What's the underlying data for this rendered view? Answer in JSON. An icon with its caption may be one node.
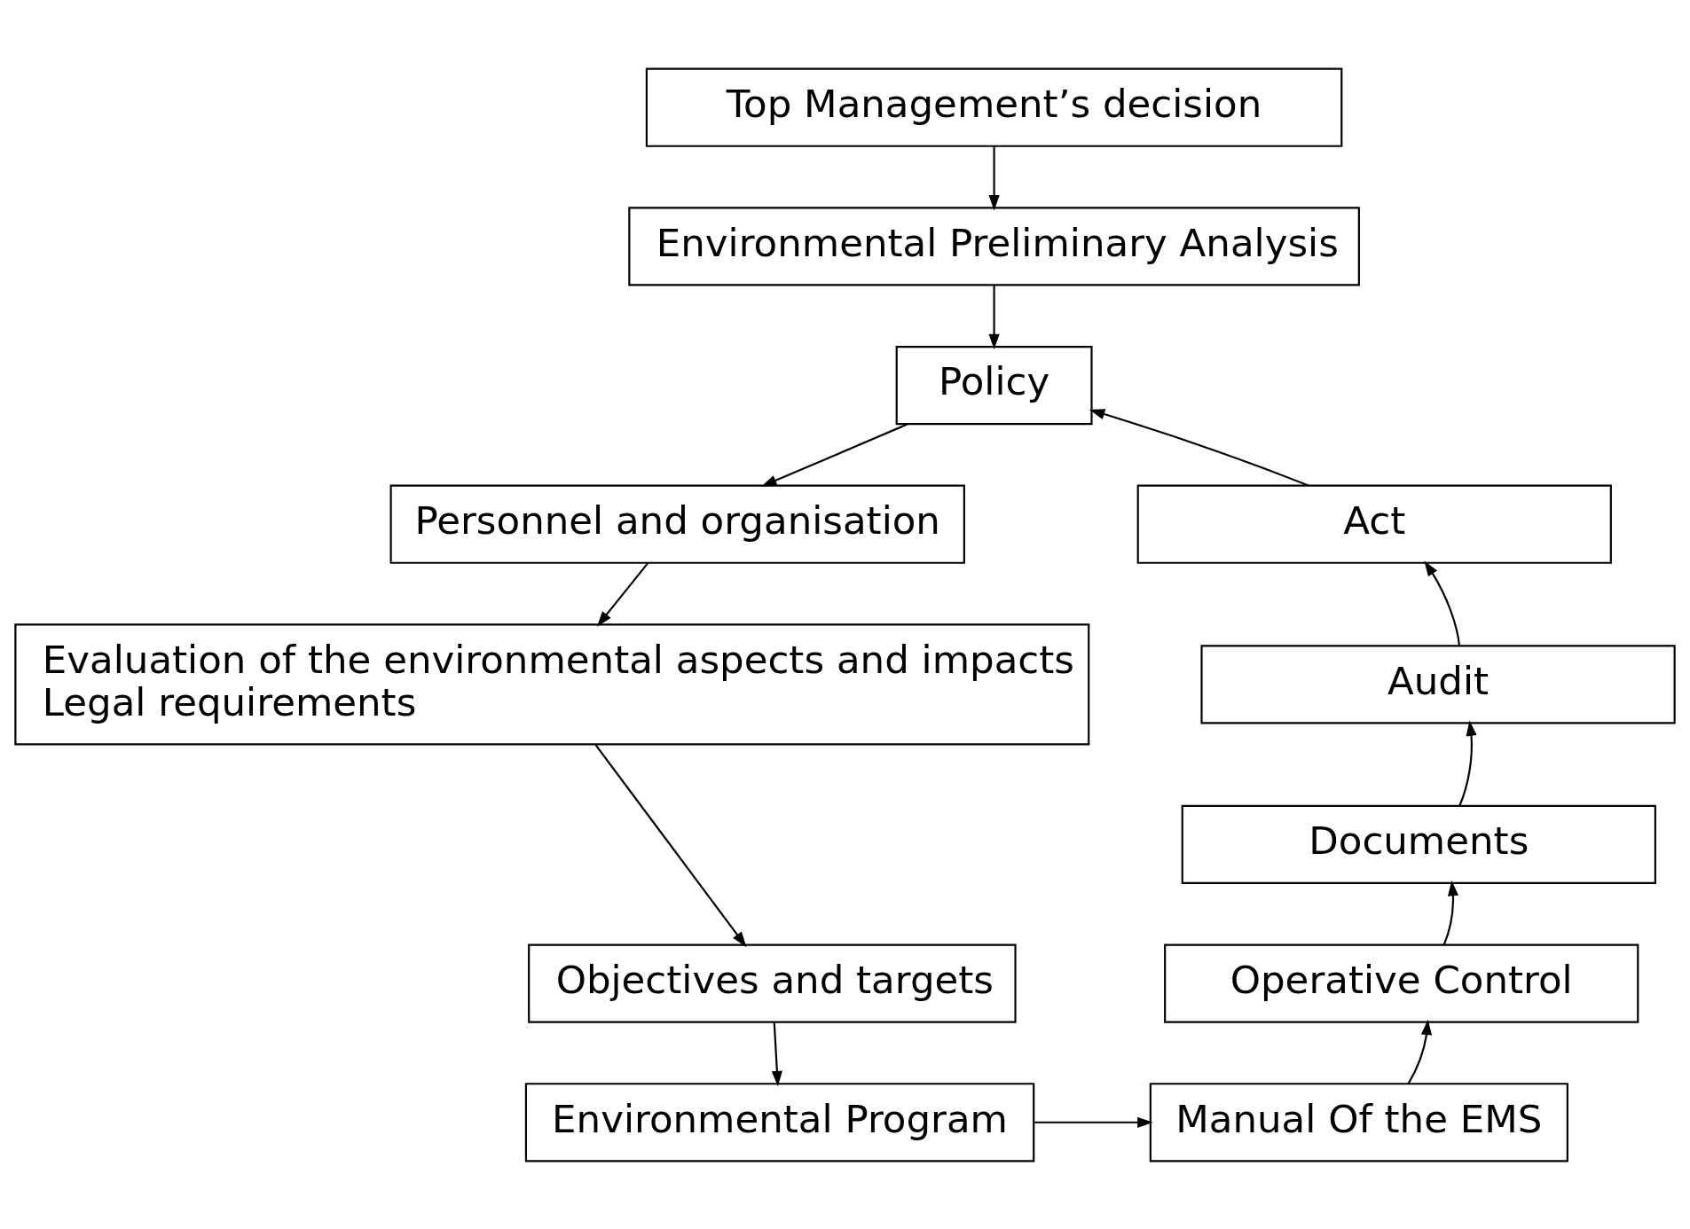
{
  "diagram": {
    "nodes": [
      {
        "text": [
          "Top Management’s decision"
        ]
      },
      {
        "text": [
          "Environmental Preliminary Analysis"
        ]
      },
      {
        "text": [
          "Policy"
        ]
      },
      {
        "text": [
          "Act"
        ]
      },
      {
        "text": [
          "Personnel and organisation"
        ]
      },
      {
        "text": [
          "Audit"
        ]
      },
      {
        "text": [
          "Evaluation of the environmental aspects and impacts",
          "Legal requirements"
        ]
      },
      {
        "text": [
          "Documents"
        ]
      },
      {
        "text": [
          "Operative Control"
        ]
      },
      {
        "text": [
          "Objectives and targets"
        ]
      },
      {
        "text": [
          "Manual Of the EMS"
        ]
      },
      {
        "text": [
          "Environmental Program"
        ]
      }
    ],
    "edges": [
      {
        "from": 0,
        "to": 1,
        "arrow": "to"
      },
      {
        "from": 1,
        "to": 2,
        "arrow": "to"
      },
      {
        "from": 2,
        "to": 4,
        "arrow": "to"
      },
      {
        "from": 4,
        "to": 6,
        "arrow": "to"
      },
      {
        "from": 6,
        "to": 9,
        "arrow": "to"
      },
      {
        "from": 9,
        "to": 11,
        "arrow": "to"
      },
      {
        "from": 11,
        "to": 10,
        "arrow": "to"
      },
      {
        "from": 10,
        "to": 8,
        "arrow": "to"
      },
      {
        "from": 8,
        "to": 7,
        "arrow": "to"
      },
      {
        "from": 7,
        "to": 5,
        "arrow": "to"
      },
      {
        "from": 5,
        "to": 3,
        "arrow": "to"
      },
      {
        "from": 3,
        "to": 2,
        "arrow": "to"
      }
    ]
  }
}
